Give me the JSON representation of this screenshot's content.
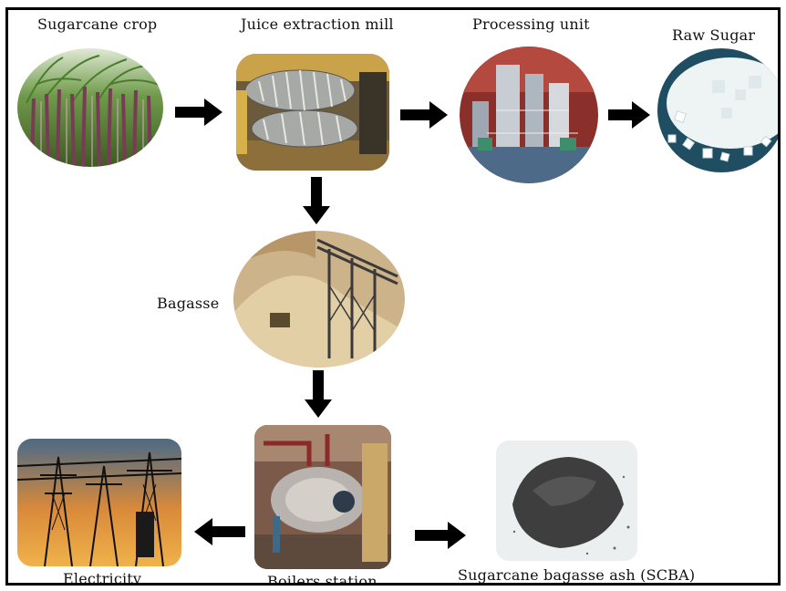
{
  "nodes": {
    "sugarcane_crop": {
      "label": "Sugarcane crop",
      "icon": "sugarcane-field-photo"
    },
    "juice_mill": {
      "label": "Juice extraction mill",
      "icon": "crushing-mill-photo"
    },
    "processing_unit": {
      "label": "Processing unit",
      "icon": "processing-plant-photo"
    },
    "raw_sugar": {
      "label": "Raw Sugar",
      "icon": "sugar-crystals-photo"
    },
    "bagasse": {
      "label": "Bagasse",
      "icon": "bagasse-pile-photo"
    },
    "boilers_station": {
      "label": "Boilers station",
      "icon": "boiler-photo"
    },
    "electricity": {
      "label": "Electricity",
      "icon": "power-pylons-photo"
    },
    "scba": {
      "label": "Sugarcane bagasse ash (SCBA)",
      "icon": "ash-powder-photo"
    }
  },
  "arrows": [
    {
      "from": "Sugarcane crop",
      "to": "Juice extraction mill"
    },
    {
      "from": "Juice extraction mill",
      "to": "Processing unit"
    },
    {
      "from": "Processing unit",
      "to": "Raw Sugar"
    },
    {
      "from": "Juice extraction mill",
      "to": "Bagasse"
    },
    {
      "from": "Bagasse",
      "to": "Boilers station"
    },
    {
      "from": "Boilers station",
      "to": "Electricity"
    },
    {
      "from": "Boilers station",
      "to": "Sugarcane bagasse ash (SCBA)"
    }
  ],
  "colors": {
    "arrow": "#000000",
    "border": "#000000"
  }
}
